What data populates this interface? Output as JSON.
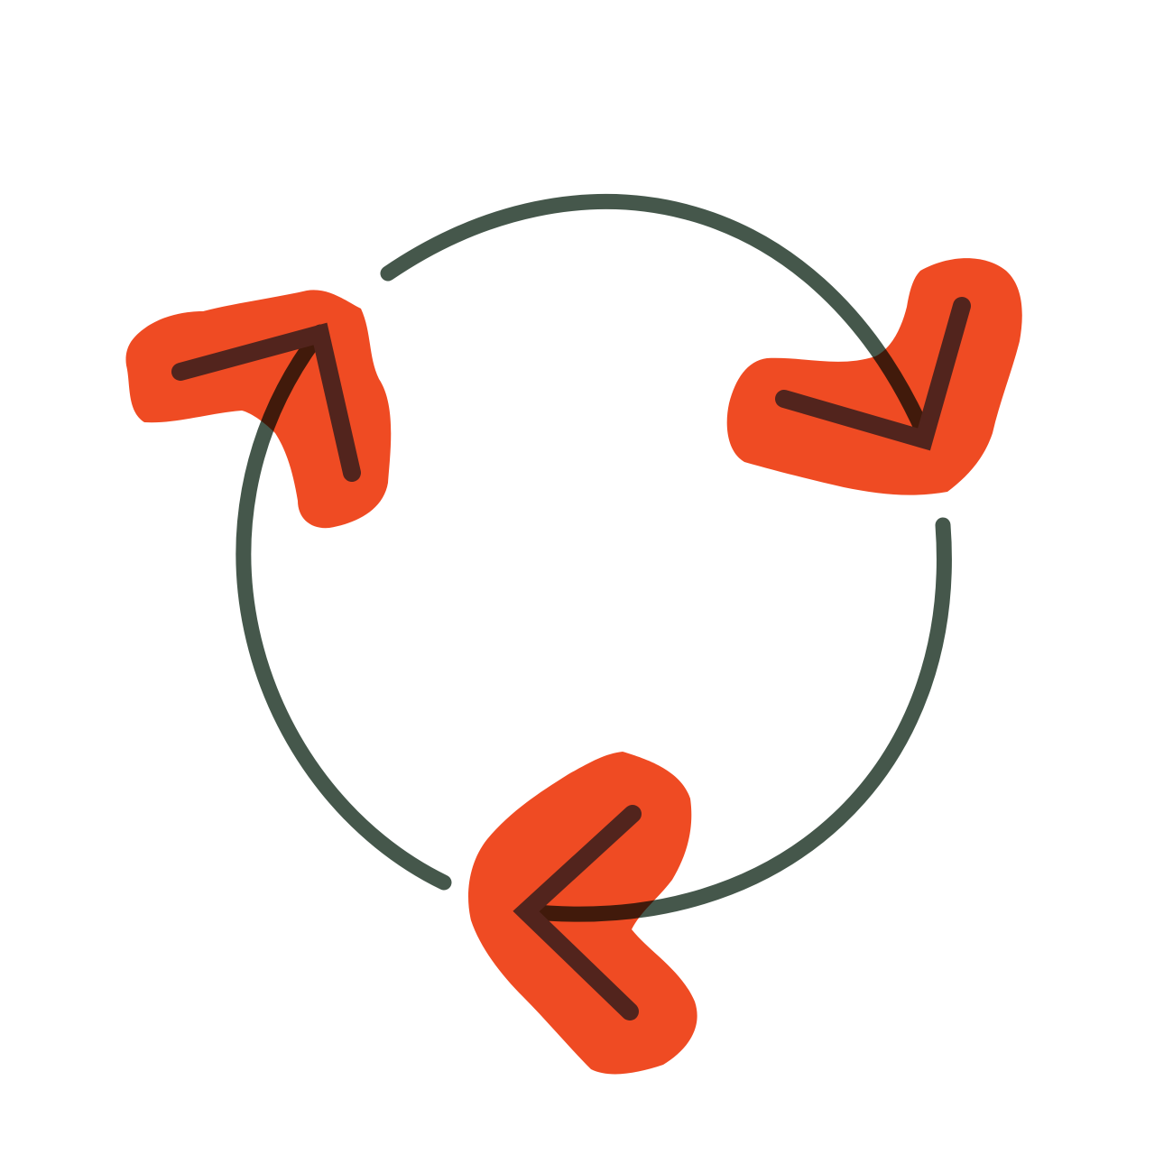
{
  "image": {
    "type": "cycle-diagram",
    "segments": 3,
    "direction": "clockwise",
    "colors": {
      "background": "#ffffff",
      "ring_stroke": "#45574b",
      "highlight": "#ef4b23",
      "arrowhead_stroke": "#52241d"
    },
    "icons": [
      "cycle-arrows-icon"
    ]
  }
}
